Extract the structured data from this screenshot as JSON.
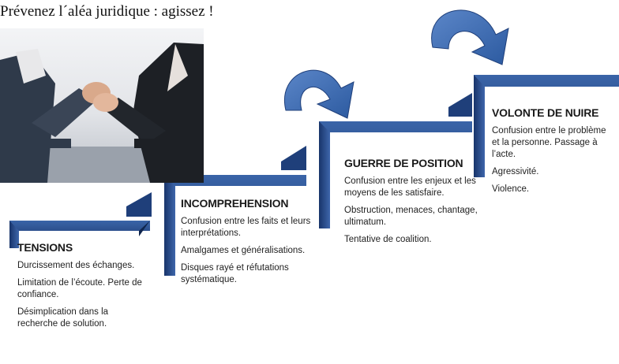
{
  "title": "Prévenez l´aléa juridique : agissez !",
  "photo": {
    "icon": "arm-wrestling-photo"
  },
  "steps": [
    {
      "heading": "TENSIONS",
      "lines": [
        "Durcissement des échanges.",
        "Limitation de l’écoute. Perte de confiance.",
        "Désimplication dans la recherche de solution."
      ]
    },
    {
      "heading": "INCOMPREHENSION",
      "lines": [
        "Confusion entre les faits et leurs interprétations.",
        "Amalgames et généralisations.",
        "Disques rayé et réfutations systématique."
      ]
    },
    {
      "heading": "GUERRE DE POSITION",
      "lines": [
        "Confusion entre les enjeux et les moyens de les satisfaire.",
        "Obstruction, menaces, chantage, ultimatum.",
        "Tentative de coalition."
      ]
    },
    {
      "heading": "VOLONTE DE NUIRE",
      "lines": [
        "Confusion entre le problème et la personne. Passage à l’acte.",
        "Agressivité.",
        "Violence."
      ]
    }
  ],
  "colors": {
    "stair_dark": "#1e3c74",
    "stair_light": "#4a6fb0",
    "arrow": "#3d6cb5"
  }
}
